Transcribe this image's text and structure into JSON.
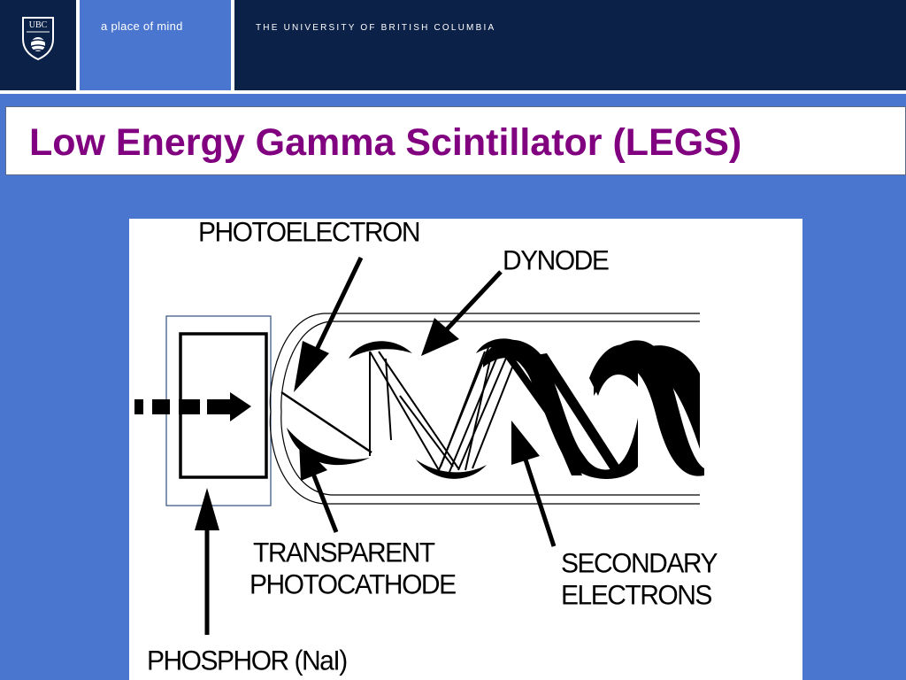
{
  "header": {
    "logo_text": "UBC",
    "tagline": "a place of mind",
    "university": "THE UNIVERSITY OF BRITISH COLUMBIA"
  },
  "slide": {
    "title": "Low Energy Gamma Scintillator  (LEGS)"
  },
  "diagram": {
    "labels": {
      "photoelectron": "PHOTOELECTRON",
      "dynode": "DYNODE",
      "transparent": "TRANSPARENT",
      "photocathode": "PHOTOCATHODE",
      "secondary": "SECONDARY",
      "electrons": "ELECTRONS",
      "phosphor": "PHOSPHOR  (NaI)"
    }
  },
  "colors": {
    "header_bg": "#0c2148",
    "accent_blue": "#4a76cf",
    "title_color": "#800080"
  }
}
